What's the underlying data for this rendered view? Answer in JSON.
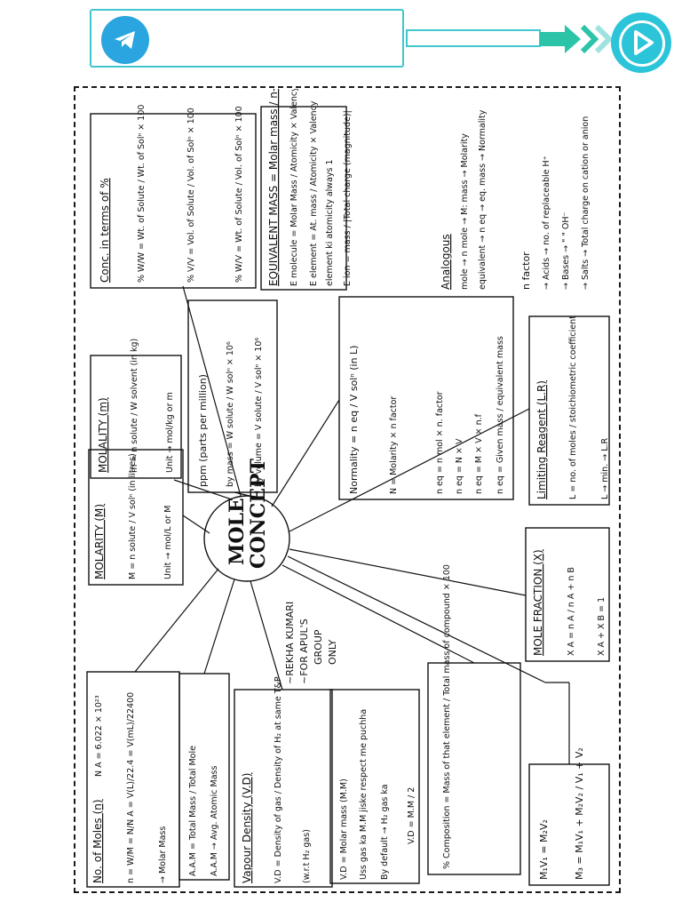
{
  "center": {
    "line1": "MOLE",
    "line2": "CONCEPT"
  },
  "author": {
    "line1": "~REKHA KUMARI",
    "line2": "~FOR APUL'S",
    "line3": "GROUP",
    "line4": "ONLY"
  },
  "boxes": {
    "conc_percent": {
      "title": "Conc. in terms of %",
      "l1": "% W/W = Wt. of Solute / Wt. of Solⁿ × 100",
      "l2": "% V/V = Vol. of Solute / Vol. of Solⁿ × 100",
      "l3": "% W/V = Wt. of Solute / Vol. of Solⁿ × 100"
    },
    "equivalent_mass": {
      "title": "EQUIVALENT MASS = Molar mass / n-factor",
      "l1": "E molecule = Molar Mass / Atomicity × Valency",
      "l2": "E element = At. mass / Atomicity × Valency",
      "l3": "element ki atomicity always 1",
      "l4": "E ion = mass / |Total charge (magnitude)|"
    },
    "molality": {
      "title": "MOLALITY (m)",
      "l1": "m = n solute / W solvent (in kg)",
      "l2": "Unit → mol/kg or m"
    },
    "ppm": {
      "title": "ppm (parts per million)",
      "l1": "by mass = W solute / W solⁿ × 10⁶",
      "l2": "by volume = V solute / V solⁿ × 10⁶"
    },
    "normality": {
      "title": "Normality = n eq / V solⁿ (in L)",
      "l1": "N = Molarity × n factor",
      "l2": "n eq = n mol × n. factor",
      "l3": "n eq = N × V",
      "l4": "n eq = M × V × n.f",
      "l5": "n eq = Given mass / equivalent mass"
    },
    "analogous": {
      "title": "Analogous",
      "l1": "mole → n mole → M: mass → Molarity",
      "l2": "equivalent → n eq → eq. mass → Normality"
    },
    "nfactor": {
      "title": "n factor",
      "l1": "→ Acids → no. of replaceable H⁺",
      "l2": "→ Bases → \" \" OH⁻",
      "l3": "→ Salts → Total charge on cation or anion"
    },
    "molarity": {
      "title": "MOLARITY (M)",
      "l1": "M = n solute / V solⁿ (in litres)",
      "l2": "Unit → mol/L or M"
    },
    "limiting": {
      "title": "Limiting Reagent (L.R)",
      "l1": "L = no. of moles / stoichiometric coefficient",
      "l2": "L → min. → L.R"
    },
    "mole_fraction": {
      "title": "MOLE FRACTION (X)",
      "l1": "X A = n A / n A + n B",
      "l2": "X A + X B = 1"
    },
    "moles": {
      "title": "No. of Moles (n)",
      "na": "N A = 6.022 × 10²³",
      "l1": "n = W/M = N/N A = V(L)/22.4 = V(mL)/22400",
      "l2": "→ Molar Mass"
    },
    "aam": {
      "l1": "A.A.M = Total Mass / Total Mole",
      "l2": "A.A.M → Avg. Atomic Mass"
    },
    "vapour": {
      "title": "Vapour Density (V.D)",
      "l1": "V.D = Density of gas / Density of H₂ at same T&P",
      "l2": "(w.r.t H₂ gas)",
      "l3": "V.D = Molar mass (M.M)",
      "l4": "Uss gas ka M.M jiske respect me puchha",
      "l5": "By default → H₂ gas ka",
      "l6": "V.D = M.M / 2"
    },
    "composition": {
      "l1": "% Composition = Mass of that element / Total mass of compound × 100"
    },
    "dilution": {
      "l1": "M₁V₁ = M₂V₂",
      "l2": "M₃ = M₁V₁ + M₂V₂ / V₁ + V₂"
    }
  }
}
